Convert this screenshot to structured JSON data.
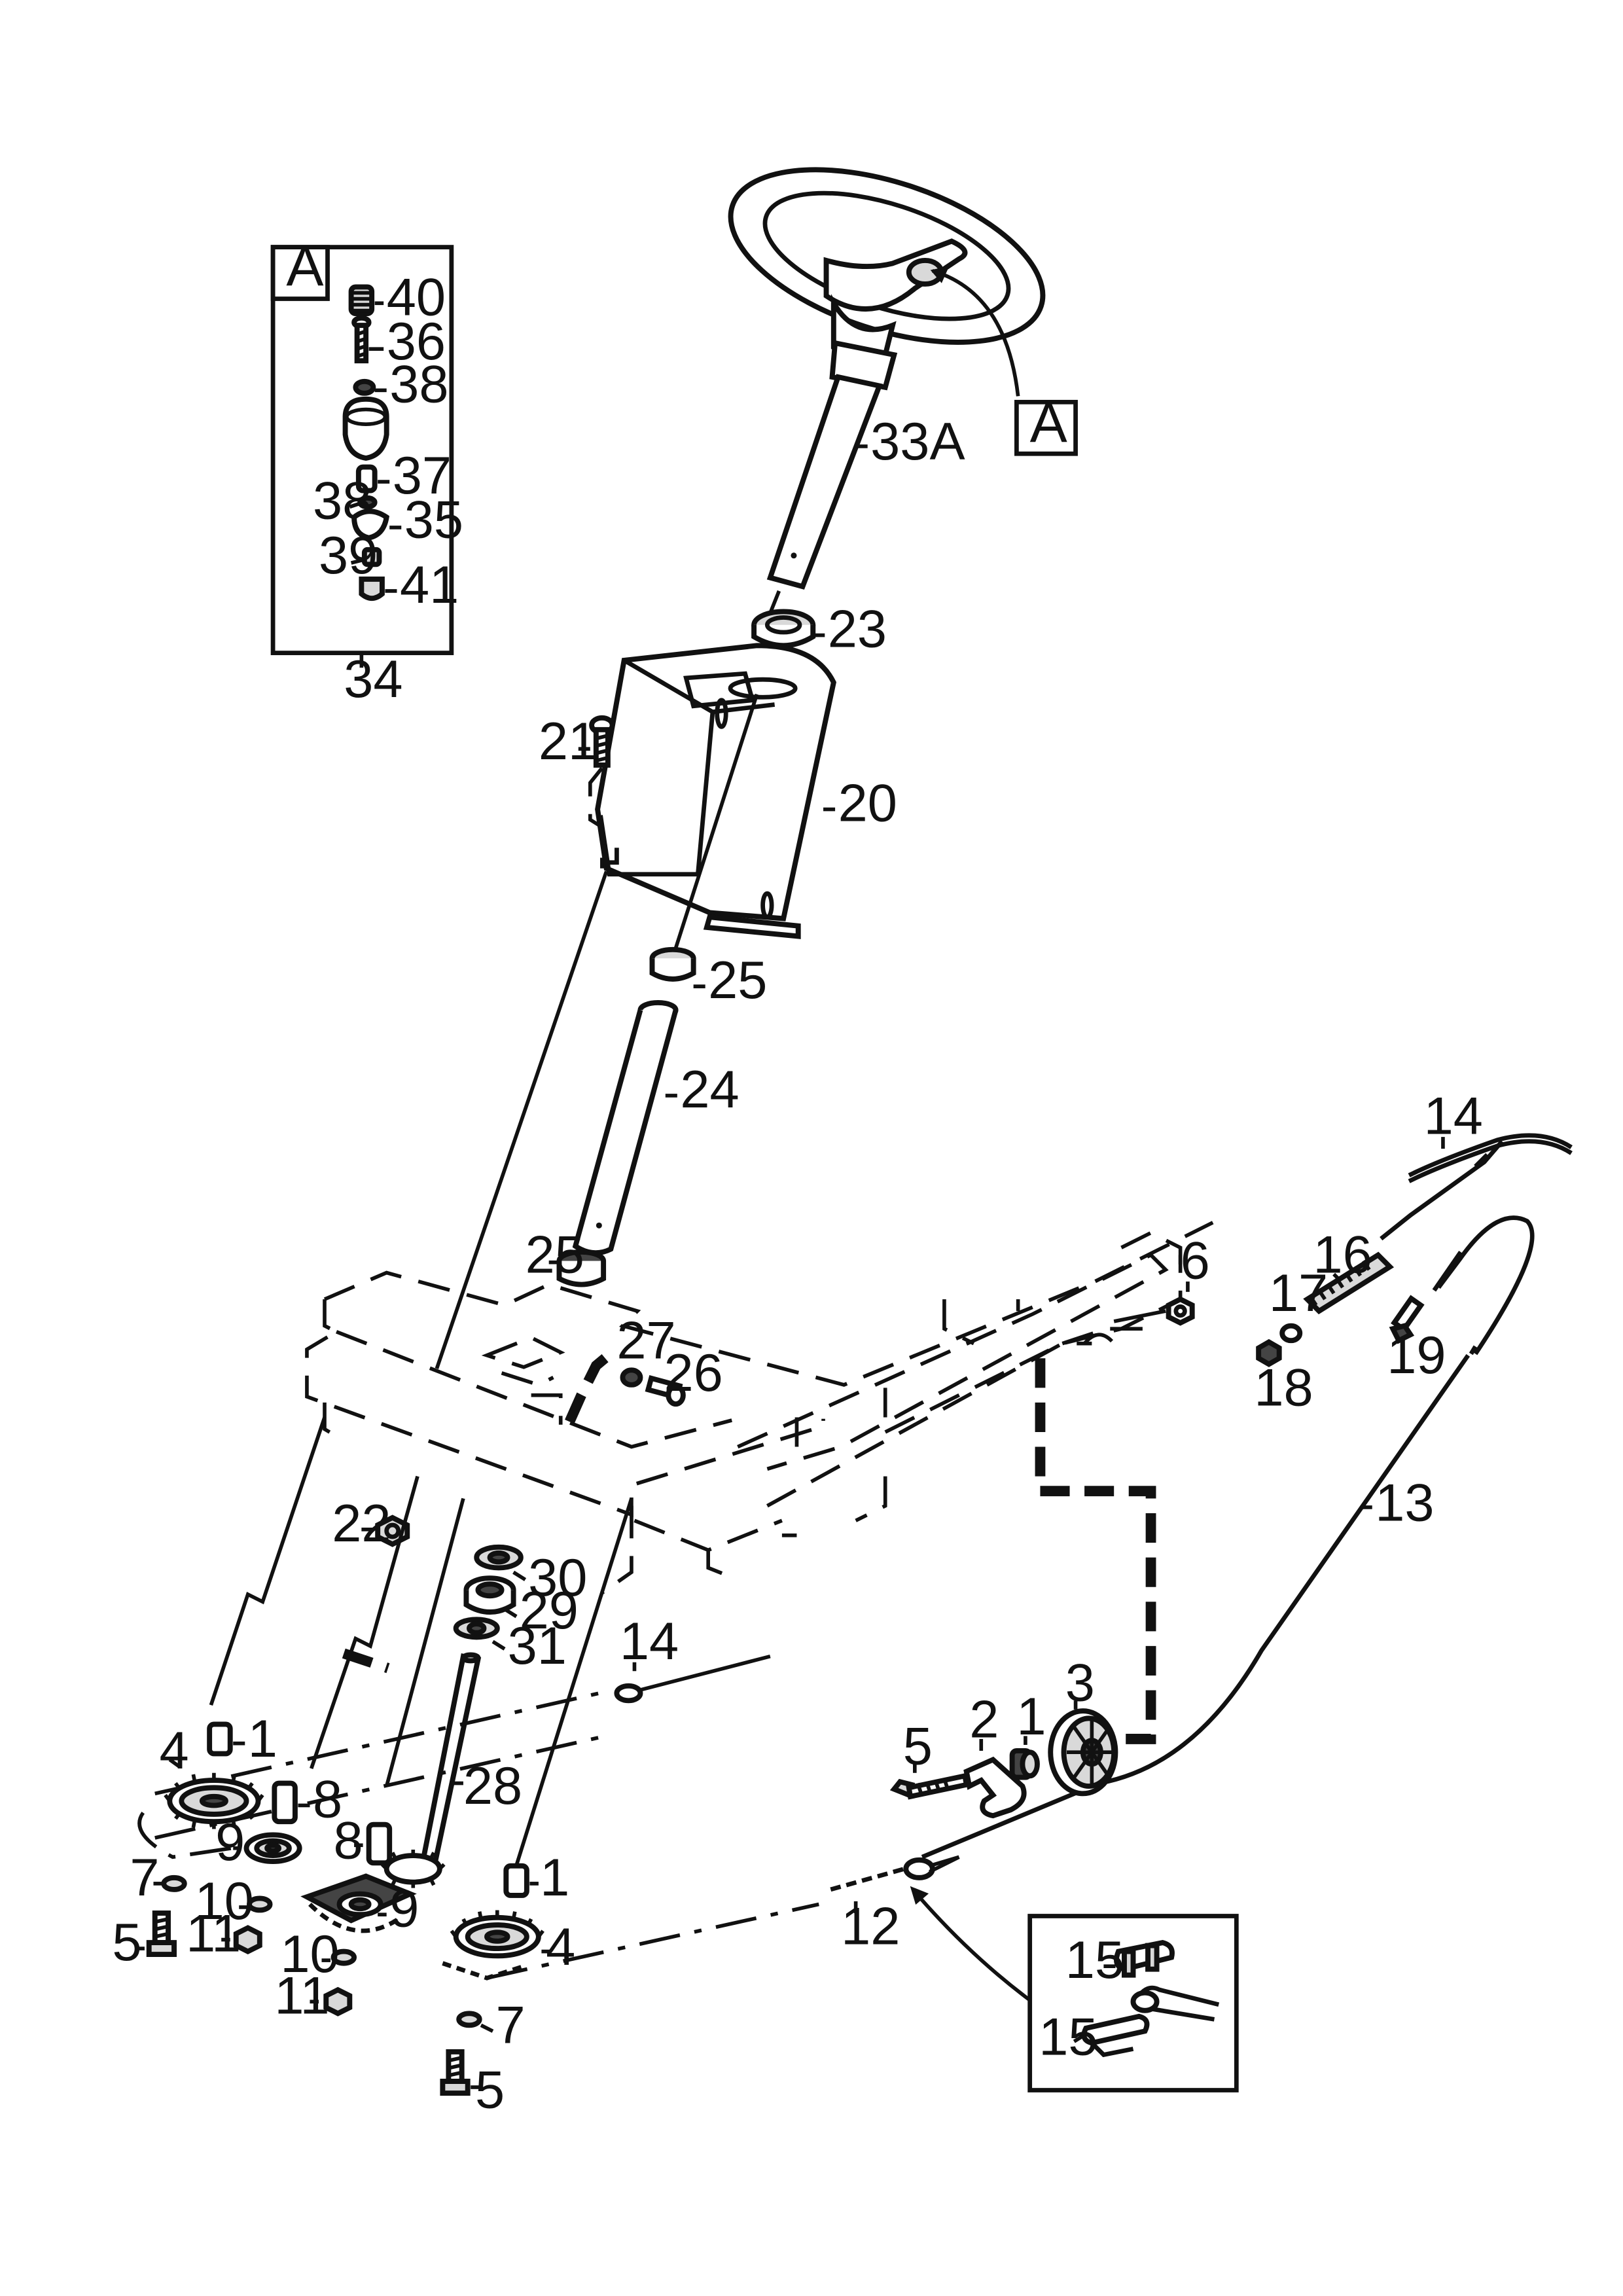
{
  "callouts": {
    "inset_a_letter": "A",
    "steering_a_letter": "A",
    "p40": "40",
    "p36": "36",
    "p38a": "38",
    "p37": "37",
    "p38b": "38",
    "p35": "35",
    "p39": "39",
    "p41": "41",
    "p34": "34",
    "p33a": "33A",
    "p23": "23",
    "p21": "21",
    "p20": "20",
    "p25a": "25",
    "p24": "24",
    "p25b": "25",
    "p27": "27",
    "p26": "26",
    "p6": "6",
    "p14a": "14",
    "p16": "16",
    "p17": "17",
    "p19": "19",
    "p18": "18",
    "p13": "13",
    "p22": "22",
    "p30": "30",
    "p29": "29",
    "p31": "31",
    "p14b": "14",
    "p3": "3",
    "p2": "2",
    "p1a": "1",
    "p5a": "5",
    "p1b": "1",
    "p4a": "4",
    "p8a": "8",
    "p28": "28",
    "p9a": "9",
    "p8b": "8",
    "p7a": "7",
    "p10a": "10",
    "p5b": "5",
    "p11a": "11",
    "p9b": "9",
    "p1c": "1",
    "p4b": "4",
    "p10b": "10",
    "p11b": "11",
    "p7b": "7",
    "p5c": "5",
    "p12": "12",
    "p15a": "15",
    "p15b": "15"
  }
}
